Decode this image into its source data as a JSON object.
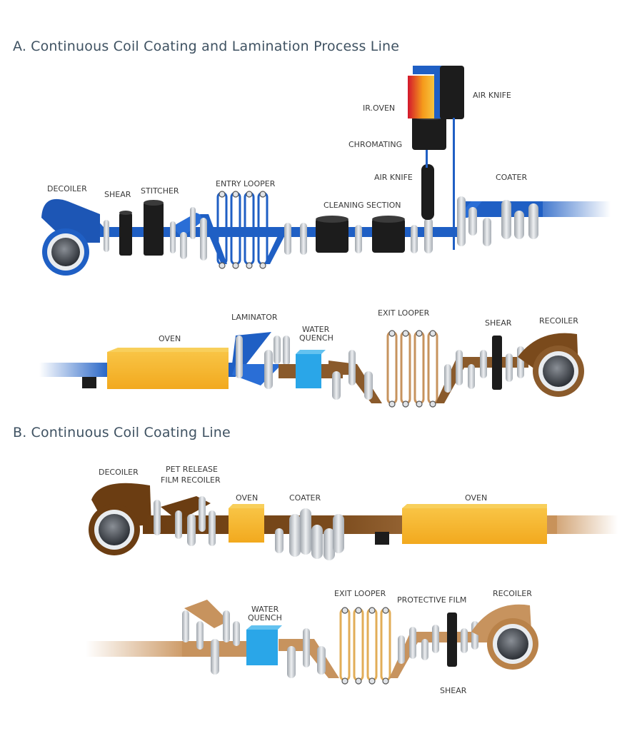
{
  "section_a": {
    "letter": "A.",
    "title": "Continuous Coil Coating and Lamination Process Line",
    "labels": {
      "decoiler": "DECOILER",
      "shear": "SHEAR",
      "stitcher": "STITCHER",
      "entry_looper": "ENTRY LOOPER",
      "cleaning_section": "CLEANING SECTION",
      "air_knife_lower": "AIR KNIFE",
      "chromating": "CHROMATING",
      "ir_oven": "IR.OVEN",
      "air_knife_upper": "AIR KNIFE",
      "coater": "COATER",
      "oven": "OVEN",
      "laminator": "LAMINATOR",
      "water_quench_1": "WATER",
      "water_quench_2": "QUENCH",
      "exit_looper": "EXIT LOOPER",
      "shear_exit": "SHEAR",
      "recoiler": "RECOILER"
    }
  },
  "section_b": {
    "letter": "B.",
    "title": "Continuous Coil Coating Line",
    "labels": {
      "decoiler": "DECOILER",
      "pet_1": "PET RELEASE",
      "pet_2": "FILM RECOILER",
      "oven_small": "OVEN",
      "coater": "COATER",
      "oven_large": "OVEN",
      "water_quench_1": "WATER",
      "water_quench_2": "QUENCH",
      "exit_looper": "EXIT LOOPER",
      "protective_film": "PROTECTIVE FILM",
      "recoiler": "RECOILER",
      "shear": "SHEAR"
    }
  },
  "colors": {
    "strip_blue": "#1f5fc4",
    "strip_brown": "#8a5a2b",
    "oven_yellow": "#f4b228",
    "quench_blue": "#2aa6e8",
    "machine_black": "#1c1c1c",
    "roller_grey": "#c9cdd2"
  }
}
